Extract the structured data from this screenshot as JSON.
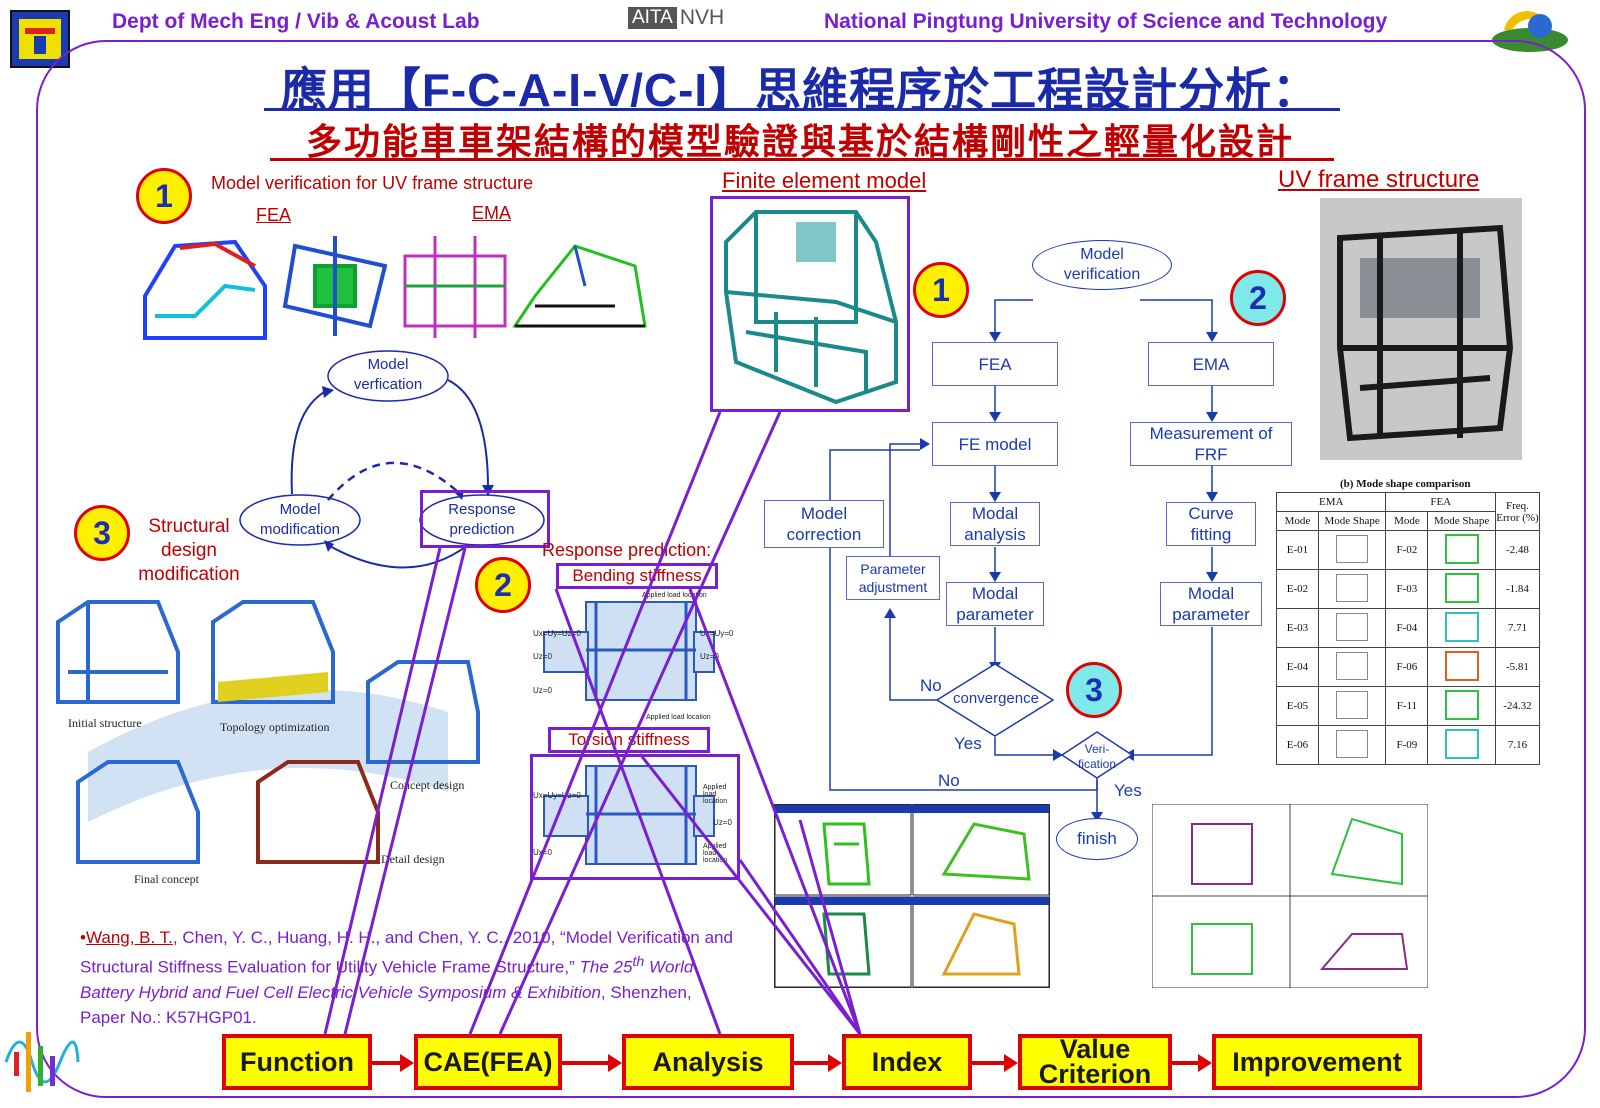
{
  "header": {
    "left": "Dept of Mech Eng / Vib & Acoust Lab",
    "logo_aita": "AITA",
    "logo_nvh": "NVH",
    "right": "National Pingtung University of Science and Technology"
  },
  "title": {
    "line1": "應用【F-C-A-I-V/C-I】思維程序於工程設計分析：",
    "line2": "多功能車車架結構的模型驗證與基於結構剛性之輕量化設計"
  },
  "section1": {
    "number": "1",
    "label": "Model verification for UV frame structure",
    "fea": "FEA",
    "ema": "EMA"
  },
  "cycle": {
    "top": "Model verfication",
    "left": "Model modification",
    "right": "Response prediction"
  },
  "section3": {
    "number": "3",
    "label": "Structural design modification",
    "captions": [
      "Initial structure",
      "Topology optimization",
      "Concept design",
      "Detail design",
      "Final concept"
    ]
  },
  "section2": {
    "number": "2",
    "title": "Response prediction:",
    "bending": "Bending stiffness",
    "torsion": "Torsion stiffness",
    "bending_labels": [
      "Applied load location",
      "Ux=Uy=Uz=0",
      "Uz=0",
      "Uz=0",
      "Uz=Uy=0",
      "Uz=0",
      "Applied load location"
    ],
    "torsion_labels": [
      "Ux=Uy=Uz=0",
      "Applied load location",
      "Uz=0",
      "Ux=0",
      "Applied load location"
    ]
  },
  "fe_model": {
    "title": "Finite element model"
  },
  "uv_frame": {
    "title": "UV frame structure"
  },
  "flowchart": {
    "start": "Model verification",
    "fea": "FEA",
    "ema": "EMA",
    "fe_model": "FE model",
    "frf": "Measurement of FRF",
    "modal_analysis": "Modal analysis",
    "curve_fitting": "Curve fitting",
    "modal_param_1": "Modal parameter",
    "modal_param_2": "Modal parameter",
    "model_correction": "Model correction",
    "param_adjust": "Parameter adjustment",
    "convergence": "convergence",
    "verification": "Veri-fication",
    "finish": "finish",
    "no1": "No",
    "yes1": "Yes",
    "no2": "No",
    "yes2": "Yes",
    "badge1": "1",
    "badge2": "2",
    "badge3": "3"
  },
  "mode_table": {
    "caption": "(b) Mode shape comparison",
    "group_ema": "EMA",
    "group_fea": "FEA",
    "freq_error": "Freq. Error (%)",
    "col_mode": "Mode",
    "col_shape": "Mode Shape",
    "rows": [
      {
        "ema": "E-01",
        "fea": "F-02",
        "err": "-2.48"
      },
      {
        "ema": "E-02",
        "fea": "F-03",
        "err": "-1.84"
      },
      {
        "ema": "E-03",
        "fea": "F-04",
        "err": "7.71"
      },
      {
        "ema": "E-04",
        "fea": "F-06",
        "err": "-5.81"
      },
      {
        "ema": "E-05",
        "fea": "F-11",
        "err": "-24.32"
      },
      {
        "ema": "E-06",
        "fea": "F-09",
        "err": "7.16"
      }
    ]
  },
  "reference": {
    "bullet": "•",
    "author_ul": "Wang, B. T.",
    "rest1": ", Chen, Y. C., Huang, H. H., and Chen, Y. C., 2010, “Model Verification and Structural Stiffness Evaluation for Utility Vehicle Frame Structure,” ",
    "ital1": "The 25",
    "sup": "th",
    "ital2": " World Battery Hybrid and Fuel Cell Electric Vehicle Symposium & Exhibition",
    "rest2": ", Shenzhen, Paper No.: K57HGP01."
  },
  "process": [
    "Function",
    "CAE(FEA)",
    "Analysis",
    "Index",
    "Value Criterion",
    "Improvement"
  ]
}
